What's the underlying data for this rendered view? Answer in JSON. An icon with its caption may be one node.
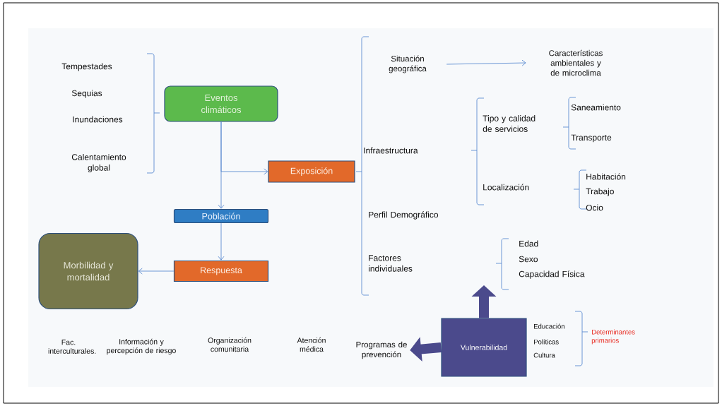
{
  "diagram": {
    "nodes": [
      {
        "text": [
          "Eventos climáticos"
        ]
      },
      {
        "text": [
          "Población"
        ]
      },
      {
        "text": [
          "Exposición"
        ]
      },
      {
        "text": [
          "Respuesta"
        ]
      },
      {
        "text": [
          "Morbilidad y mortalidad"
        ]
      },
      {
        "text": [
          "Situación geográfica"
        ]
      },
      {
        "text": [
          "Características ambientales y de microclima"
        ]
      },
      {
        "text": [
          "Vulnerabilidad"
        ]
      },
      {
        "text": [
          "Programas de prevención"
        ]
      }
    ],
    "edges": [
      {
        "from": 0,
        "to": 1,
        "arrow": "to"
      },
      {
        "from": 0,
        "to": 2,
        "arrow": "to"
      },
      {
        "from": 1,
        "to": 3,
        "arrow": "to"
      },
      {
        "from": 3,
        "to": 4,
        "arrow": "to"
      },
      {
        "from": 5,
        "to": 6,
        "arrow": "to"
      },
      {
        "from": 7,
        "to": 8,
        "arrow": "to",
        "style": "thick",
        "color": "#4b4a8c"
      },
      {
        "from": 7,
        "to": null,
        "arrow": "to",
        "style": "thick",
        "color": "#4b4a8c"
      }
    ],
    "labels": [
      "Tempestades",
      "Sequias",
      "Inundaciones",
      "Calentamiento global",
      "Infraestructura",
      "Tipo y calidad de servicios",
      "Saneamiento",
      "Transporte",
      "Localización",
      "Habitación",
      "Trabajo",
      "Ocio",
      "Perfil Demográfico",
      "Factores individuales",
      "Edad",
      "Sexo",
      "Capacidad Física",
      "Fac. interculturales.",
      "Información y percepción de riesgo",
      "Organización comunitaria",
      "Atención médica",
      "Educación",
      "Políticas",
      "Cultura",
      "Determinantes primarios"
    ]
  }
}
